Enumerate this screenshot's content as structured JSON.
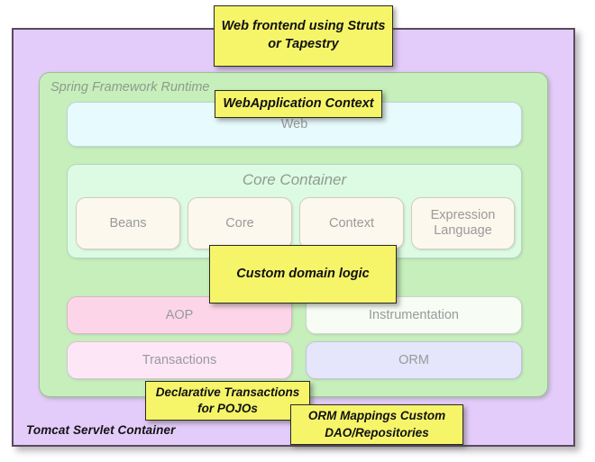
{
  "diagram": {
    "title": "Spring Framework Runtime architecture",
    "outer_container": {
      "label": "Tomcat Servlet Container",
      "color": "#E4CCFA"
    },
    "spring_panel": {
      "label": "Spring Framework Runtime",
      "color": "#C6EFBC"
    },
    "modules": {
      "web": {
        "label": "Web",
        "color": "#E7FAFD"
      },
      "aop": {
        "label": "AOP",
        "color": "#FCD6E8"
      },
      "instrumentation": {
        "label": "Instrumentation",
        "color": "#F7FDF5"
      },
      "transactions": {
        "label": "Transactions",
        "color": "#FDE6F6"
      },
      "orm": {
        "label": "ORM",
        "color": "#E5E5FB"
      }
    },
    "core_container": {
      "title": "Core Container",
      "color": "#DCFBE2",
      "children": [
        {
          "label": "Beans",
          "color": "#FDF8EE"
        },
        {
          "label": "Core",
          "color": "#FDF8EE"
        },
        {
          "label": "Context",
          "color": "#FDF8EE"
        },
        {
          "label": "Expression Language",
          "color": "#FDF8EE"
        }
      ]
    },
    "callouts": {
      "color": "#F6F56A",
      "web_frontend": "Web frontend  using Struts or Tapestry",
      "webapplication_context": "WebApplication Context",
      "custom_domain_logic": "Custom domain logic",
      "declarative_transactions": "Declarative Transactions for POJOs",
      "orm_mappings": "ORM Mappings Custom DAO/Repositories"
    }
  }
}
